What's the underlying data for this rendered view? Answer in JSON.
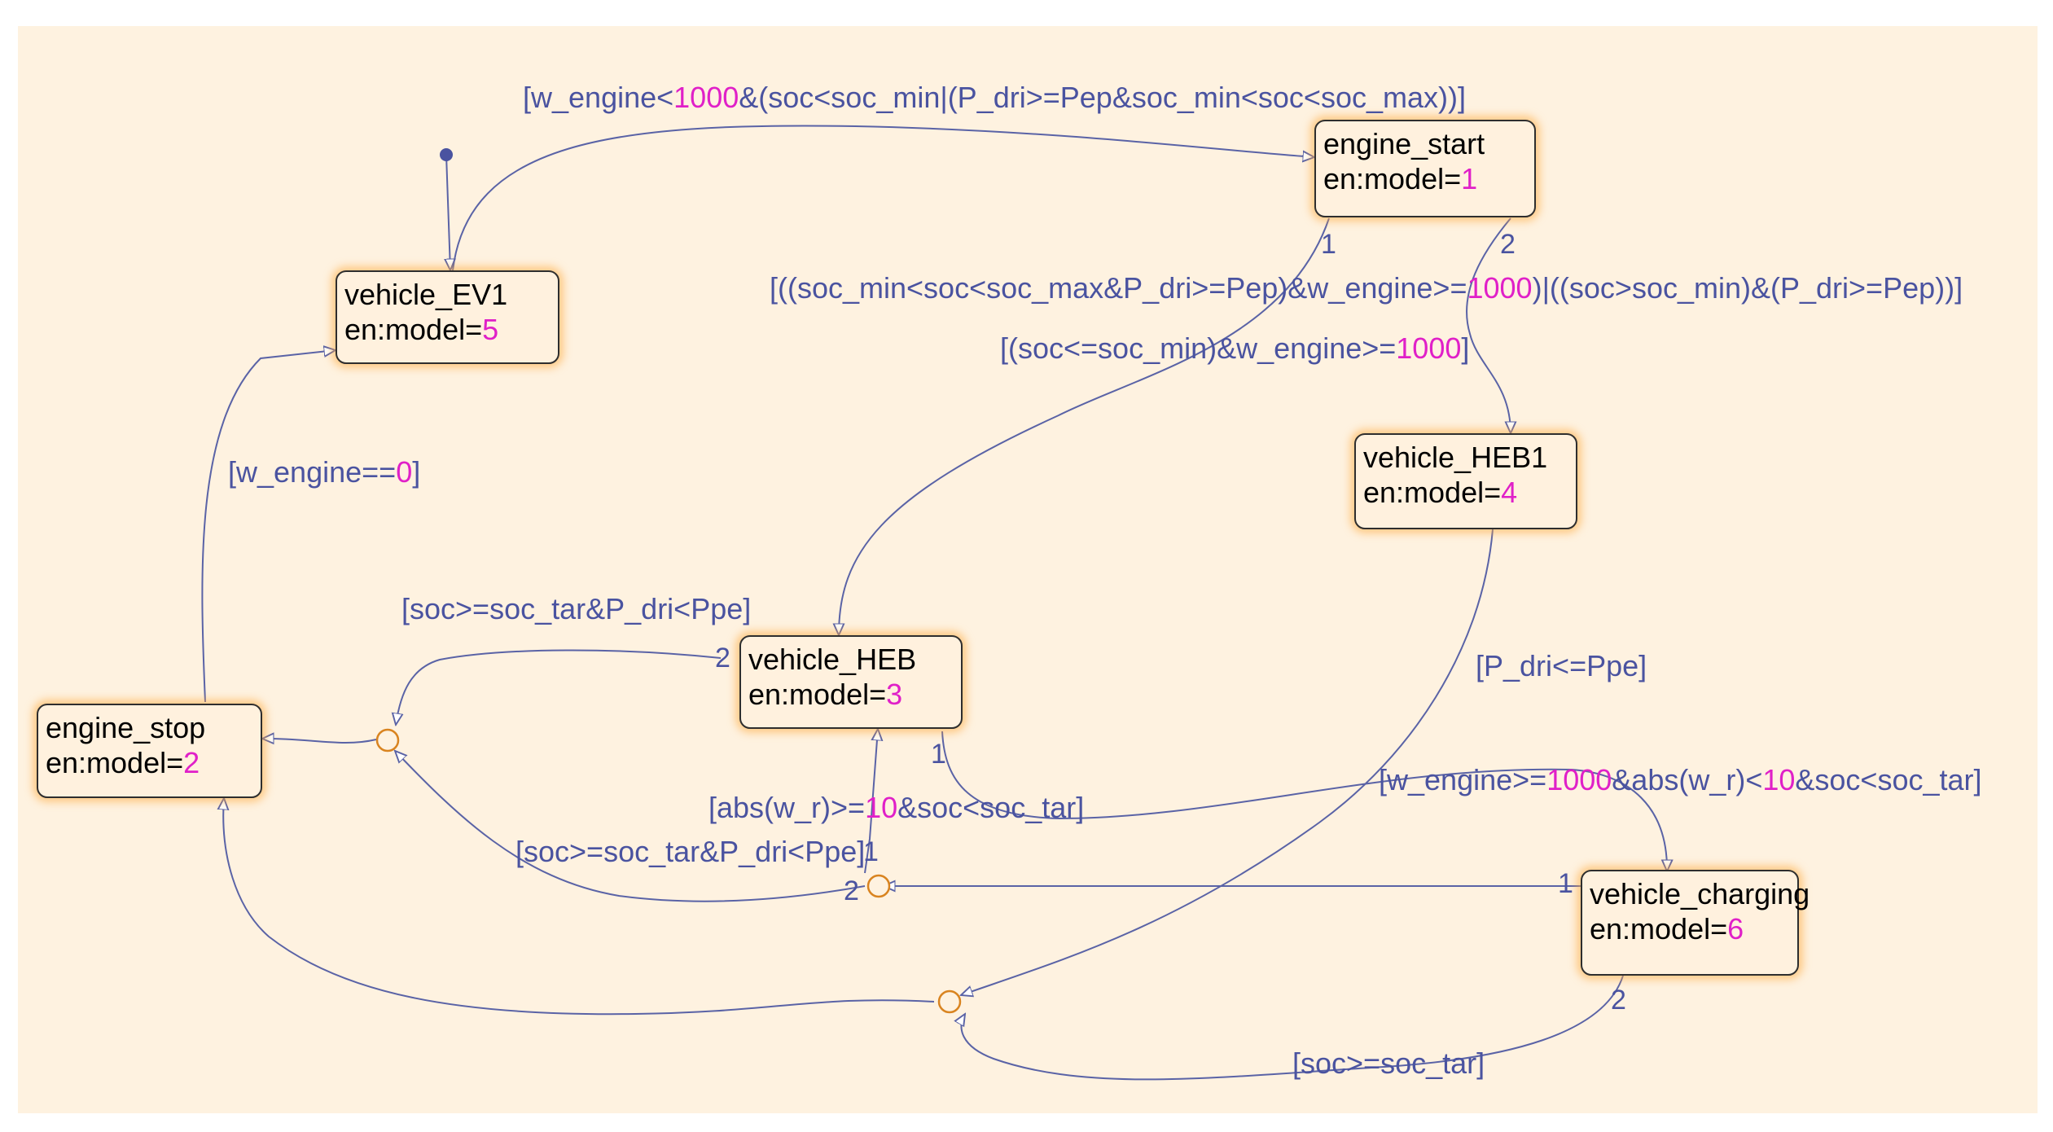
{
  "states": [
    {
      "name": "engine_start",
      "entry": "en:model=",
      "model": "1"
    },
    {
      "name": "vehicle_EV1",
      "entry": "en:model=",
      "model": "5"
    },
    {
      "name": "vehicle_HEB1",
      "entry": "en:model=",
      "model": "4"
    },
    {
      "name": "vehicle_HEB",
      "entry": "en:model=",
      "model": "3"
    },
    {
      "name": "engine_stop",
      "entry": "en:model=",
      "model": "2"
    },
    {
      "name": "vehicle_charging",
      "entry": "en:model=",
      "model": "6"
    }
  ],
  "conditions": {
    "c1": [
      "[w_engine<",
      "1000",
      "&(soc<soc_min|(P_dri>=Pep&soc_min<soc<soc_max))]"
    ],
    "c2": [
      "[((soc_min<soc<soc_max&P_dri>=Pep)&w_engine>=",
      "1000",
      ")|((soc>soc_min)&(P_dri>=Pep))]"
    ],
    "c3": [
      "[(soc<=soc_min)&w_engine>=",
      "1000",
      "]"
    ],
    "c4": [
      "[w_engine==",
      "0",
      "]"
    ],
    "c5": [
      "[soc>=soc_tar&P_dri<Ppe]"
    ],
    "c6": [
      "[P_dri<=Ppe]"
    ],
    "c7": [
      "[w_engine>=",
      "1000",
      "&abs(w_r)<",
      "10",
      "&soc<soc_tar]"
    ],
    "c8": [
      "[abs(w_r)>=",
      "10",
      "&soc<soc_tar]"
    ],
    "c9": [
      "[soc>=soc_tar&P_dri<Ppe]"
    ],
    "c10": [
      "[soc>=soc_tar]"
    ]
  },
  "priorities": {
    "p_es1": "1",
    "p_es2": "2",
    "p_heb2": "2",
    "p_heb1": "1",
    "p_j2a": "1",
    "p_j2b": "2",
    "p_vc1": "1",
    "p_vc2": "2"
  },
  "colors": {
    "wire": "#5a63a6",
    "label": "#4a53a0",
    "number": "#e020c8",
    "junction": "#d98420",
    "background": "#fef2e0"
  }
}
